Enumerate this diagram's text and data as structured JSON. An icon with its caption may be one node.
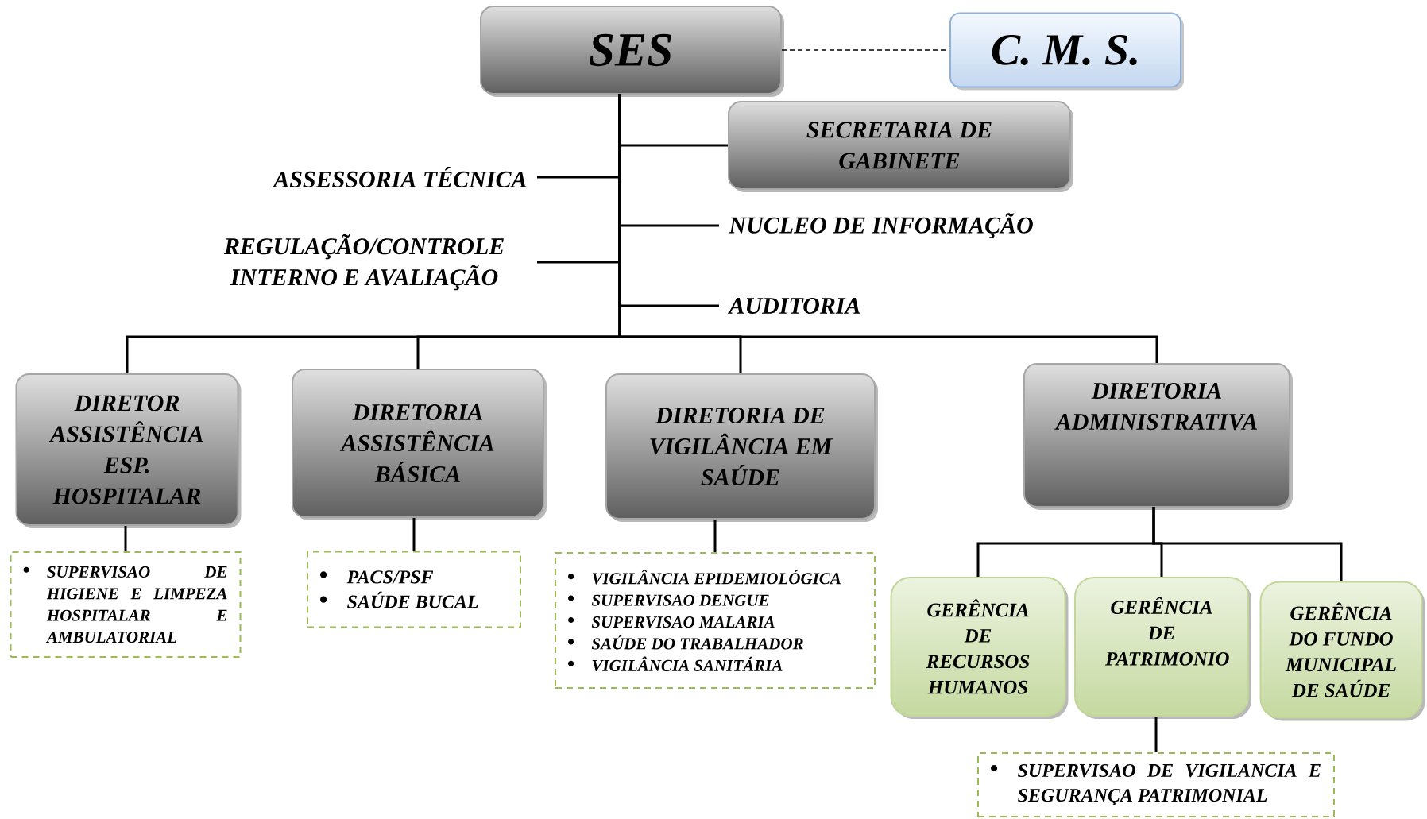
{
  "diagram": {
    "nodes": [
      {
        "text": [
          "SES"
        ]
      },
      {
        "text": [
          "C. M. S."
        ]
      },
      {
        "text": [
          "SECRETARIA DE GABINETE"
        ]
      },
      {
        "text": [
          "ASSESSORIA TÉCNICA"
        ]
      },
      {
        "text": [
          "NUCLEO DE INFORMAÇÃO"
        ]
      },
      {
        "text": [
          "REGULAÇÃO/CONTROLE INTERNO E AVALIAÇÃO"
        ]
      },
      {
        "text": [
          "AUDITORIA"
        ]
      },
      {
        "text": [
          "DIRETOR ASSISTÊNCIA ESP. HOSPITALAR"
        ]
      },
      {
        "text": [
          "DIRETORIA ASSISTÊNCIA BÁSICA"
        ]
      },
      {
        "text": [
          "DIRETORIA DE VIGILÂNCIA EM SAÚDE"
        ]
      },
      {
        "text": [
          "DIRETORIA ADMINISTRATIVA"
        ]
      },
      {
        "text": [
          "SUPERVISAO DE HIGIENE E LIMPEZA HOSPITALAR E AMBULATORIAL"
        ]
      },
      {
        "text": [
          "PACS/PSF",
          "SAÚDE BUCAL"
        ]
      },
      {
        "text": [
          "VIGILÂNCIA EPIDEMIOLÓGICA",
          "SUPERVISAO DENGUE",
          "SUPERVISAO MALARIA",
          "SAÚDE DO TRABALHADOR",
          "VIGILÂNCIA SANITÁRIA"
        ]
      },
      {
        "text": [
          "GERÊNCIA DE RECURSOS HUMANOS"
        ]
      },
      {
        "text": [
          "GERÊNCIA DE PATRIMONIO"
        ]
      },
      {
        "text": [
          "GERÊNCIA DO FUNDO MUNICIPAL DE SAÚDE"
        ]
      },
      {
        "text": [
          "SUPERVISAO DE VIGILANCIA E SEGURANÇA PATRIMONIAL"
        ]
      }
    ],
    "edges": [
      {
        "from": 0,
        "to": 1,
        "arrow": "none",
        "style": "dashed"
      },
      {
        "from": 0,
        "to": 2,
        "arrow": "none"
      },
      {
        "from": 0,
        "to": 3,
        "arrow": "none"
      },
      {
        "from": 0,
        "to": 4,
        "arrow": "none"
      },
      {
        "from": 0,
        "to": 5,
        "arrow": "none"
      },
      {
        "from": 0,
        "to": 6,
        "arrow": "none"
      },
      {
        "from": 0,
        "to": 7,
        "arrow": "none"
      },
      {
        "from": 0,
        "to": 8,
        "arrow": "none"
      },
      {
        "from": 0,
        "to": 9,
        "arrow": "none"
      },
      {
        "from": 0,
        "to": 10,
        "arrow": "none"
      },
      {
        "from": 7,
        "to": 11,
        "arrow": "none"
      },
      {
        "from": 8,
        "to": 12,
        "arrow": "none"
      },
      {
        "from": 9,
        "to": 13,
        "arrow": "none"
      },
      {
        "from": 10,
        "to": 14,
        "arrow": "none"
      },
      {
        "from": 10,
        "to": 15,
        "arrow": "none"
      },
      {
        "from": 10,
        "to": 16,
        "arrow": "none"
      },
      {
        "from": 15,
        "to": 17,
        "arrow": "none"
      }
    ]
  }
}
